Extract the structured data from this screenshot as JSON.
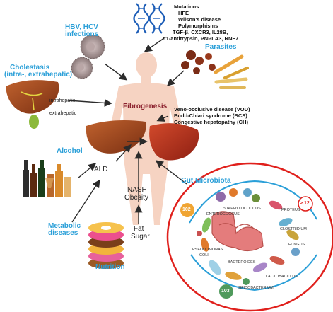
{
  "mutations": {
    "title": "Mutations:",
    "lines": [
      "HFE",
      "Wilson's disease",
      "Polymorphisms",
      "TGF-β, CXCR3, IL28B,",
      "α1-antitrypsin, PNPLA3, RNF7"
    ]
  },
  "hbv_hcv": [
    "HBV, HCV",
    "infections"
  ],
  "parasites": "Parasites",
  "cholestasis": [
    "Cholestasis",
    "(intra-, extrahepatic)"
  ],
  "intrahepatic": "intrahepatic",
  "extrahepatic": "extrahepatic",
  "fibrogenesis": "Fibrogenesis",
  "vascular": [
    "Veno-occlusive disease (VOD)",
    "Budd-Chiari syndrome (BCS)",
    "Congestive hepatopathy (CH)"
  ],
  "alcohol": "Alcohol",
  "ald": "ALD",
  "gut_microbiota": "Gut Microbiota",
  "nash": [
    "NASH",
    "Obesity"
  ],
  "fat_sugar": [
    "Fat",
    "Sugar"
  ],
  "metabolic": [
    "Metabolic",
    "diseases"
  ],
  "nutrition": "Nutrition",
  "microbes": {
    "staph": "STAPHYLOCOCCUS",
    "enterococcus": "ENTEROCOCCUS",
    "proteus": "PROTEUS",
    "clostridium": "CLOSTRIDIUM",
    "fungus": "FUNGUS",
    "pseudomonas": [
      "PSEUDOMONAS",
      "COLI"
    ],
    "bacteroides": "BACTEROIDES",
    "lactobacillus": "LACTOBACILLUS",
    "bifido": "BIFIDOBACTERIUM",
    "num_102": "102",
    "num_103": "103",
    "num_1012": "> 12"
  },
  "colors": {
    "accent_blue": "#2a9fd8",
    "body": "#f6d3c2",
    "liver": "#a94b24",
    "circle": "#e0201c",
    "arrow": "#2b2b2b"
  }
}
